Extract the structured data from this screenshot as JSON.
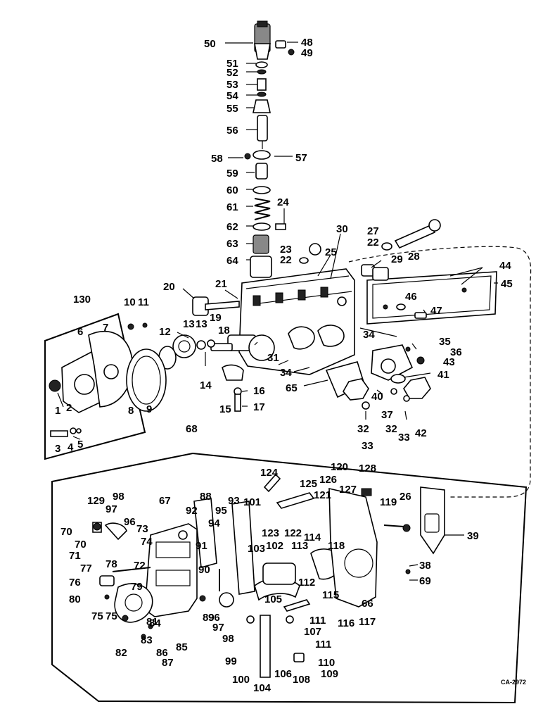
{
  "drawing_code": "CA-2972",
  "callouts": [
    "1",
    "2",
    "3",
    "4",
    "5",
    "6",
    "7",
    "8",
    "9",
    "10",
    "11",
    "12",
    "13",
    "14",
    "15",
    "16",
    "17",
    "18",
    "19",
    "20",
    "21",
    "22",
    "23",
    "24",
    "25",
    "26",
    "27",
    "28",
    "29",
    "30",
    "31",
    "32",
    "33",
    "34",
    "35",
    "36",
    "37",
    "38",
    "39",
    "40",
    "41",
    "42",
    "43",
    "44",
    "45",
    "46",
    "47",
    "48",
    "49",
    "50",
    "51",
    "52",
    "53",
    "54",
    "55",
    "56",
    "57",
    "58",
    "59",
    "60",
    "61",
    "62",
    "63",
    "64",
    "65",
    "66",
    "67",
    "68",
    "69",
    "70",
    "71",
    "72",
    "73",
    "74",
    "75",
    "76",
    "77",
    "78",
    "79",
    "80",
    "81",
    "82",
    "83",
    "84",
    "85",
    "86",
    "87",
    "88",
    "89",
    "90",
    "91",
    "92",
    "93",
    "94",
    "95",
    "96",
    "97",
    "98",
    "99",
    "100",
    "101",
    "102",
    "103",
    "104",
    "105",
    "106",
    "107",
    "108",
    "109",
    "110",
    "111",
    "112",
    "113",
    "114",
    "115",
    "116",
    "117",
    "118",
    "119",
    "120",
    "121",
    "122",
    "123",
    "124",
    "125",
    "126",
    "127",
    "128",
    "129",
    "130"
  ]
}
